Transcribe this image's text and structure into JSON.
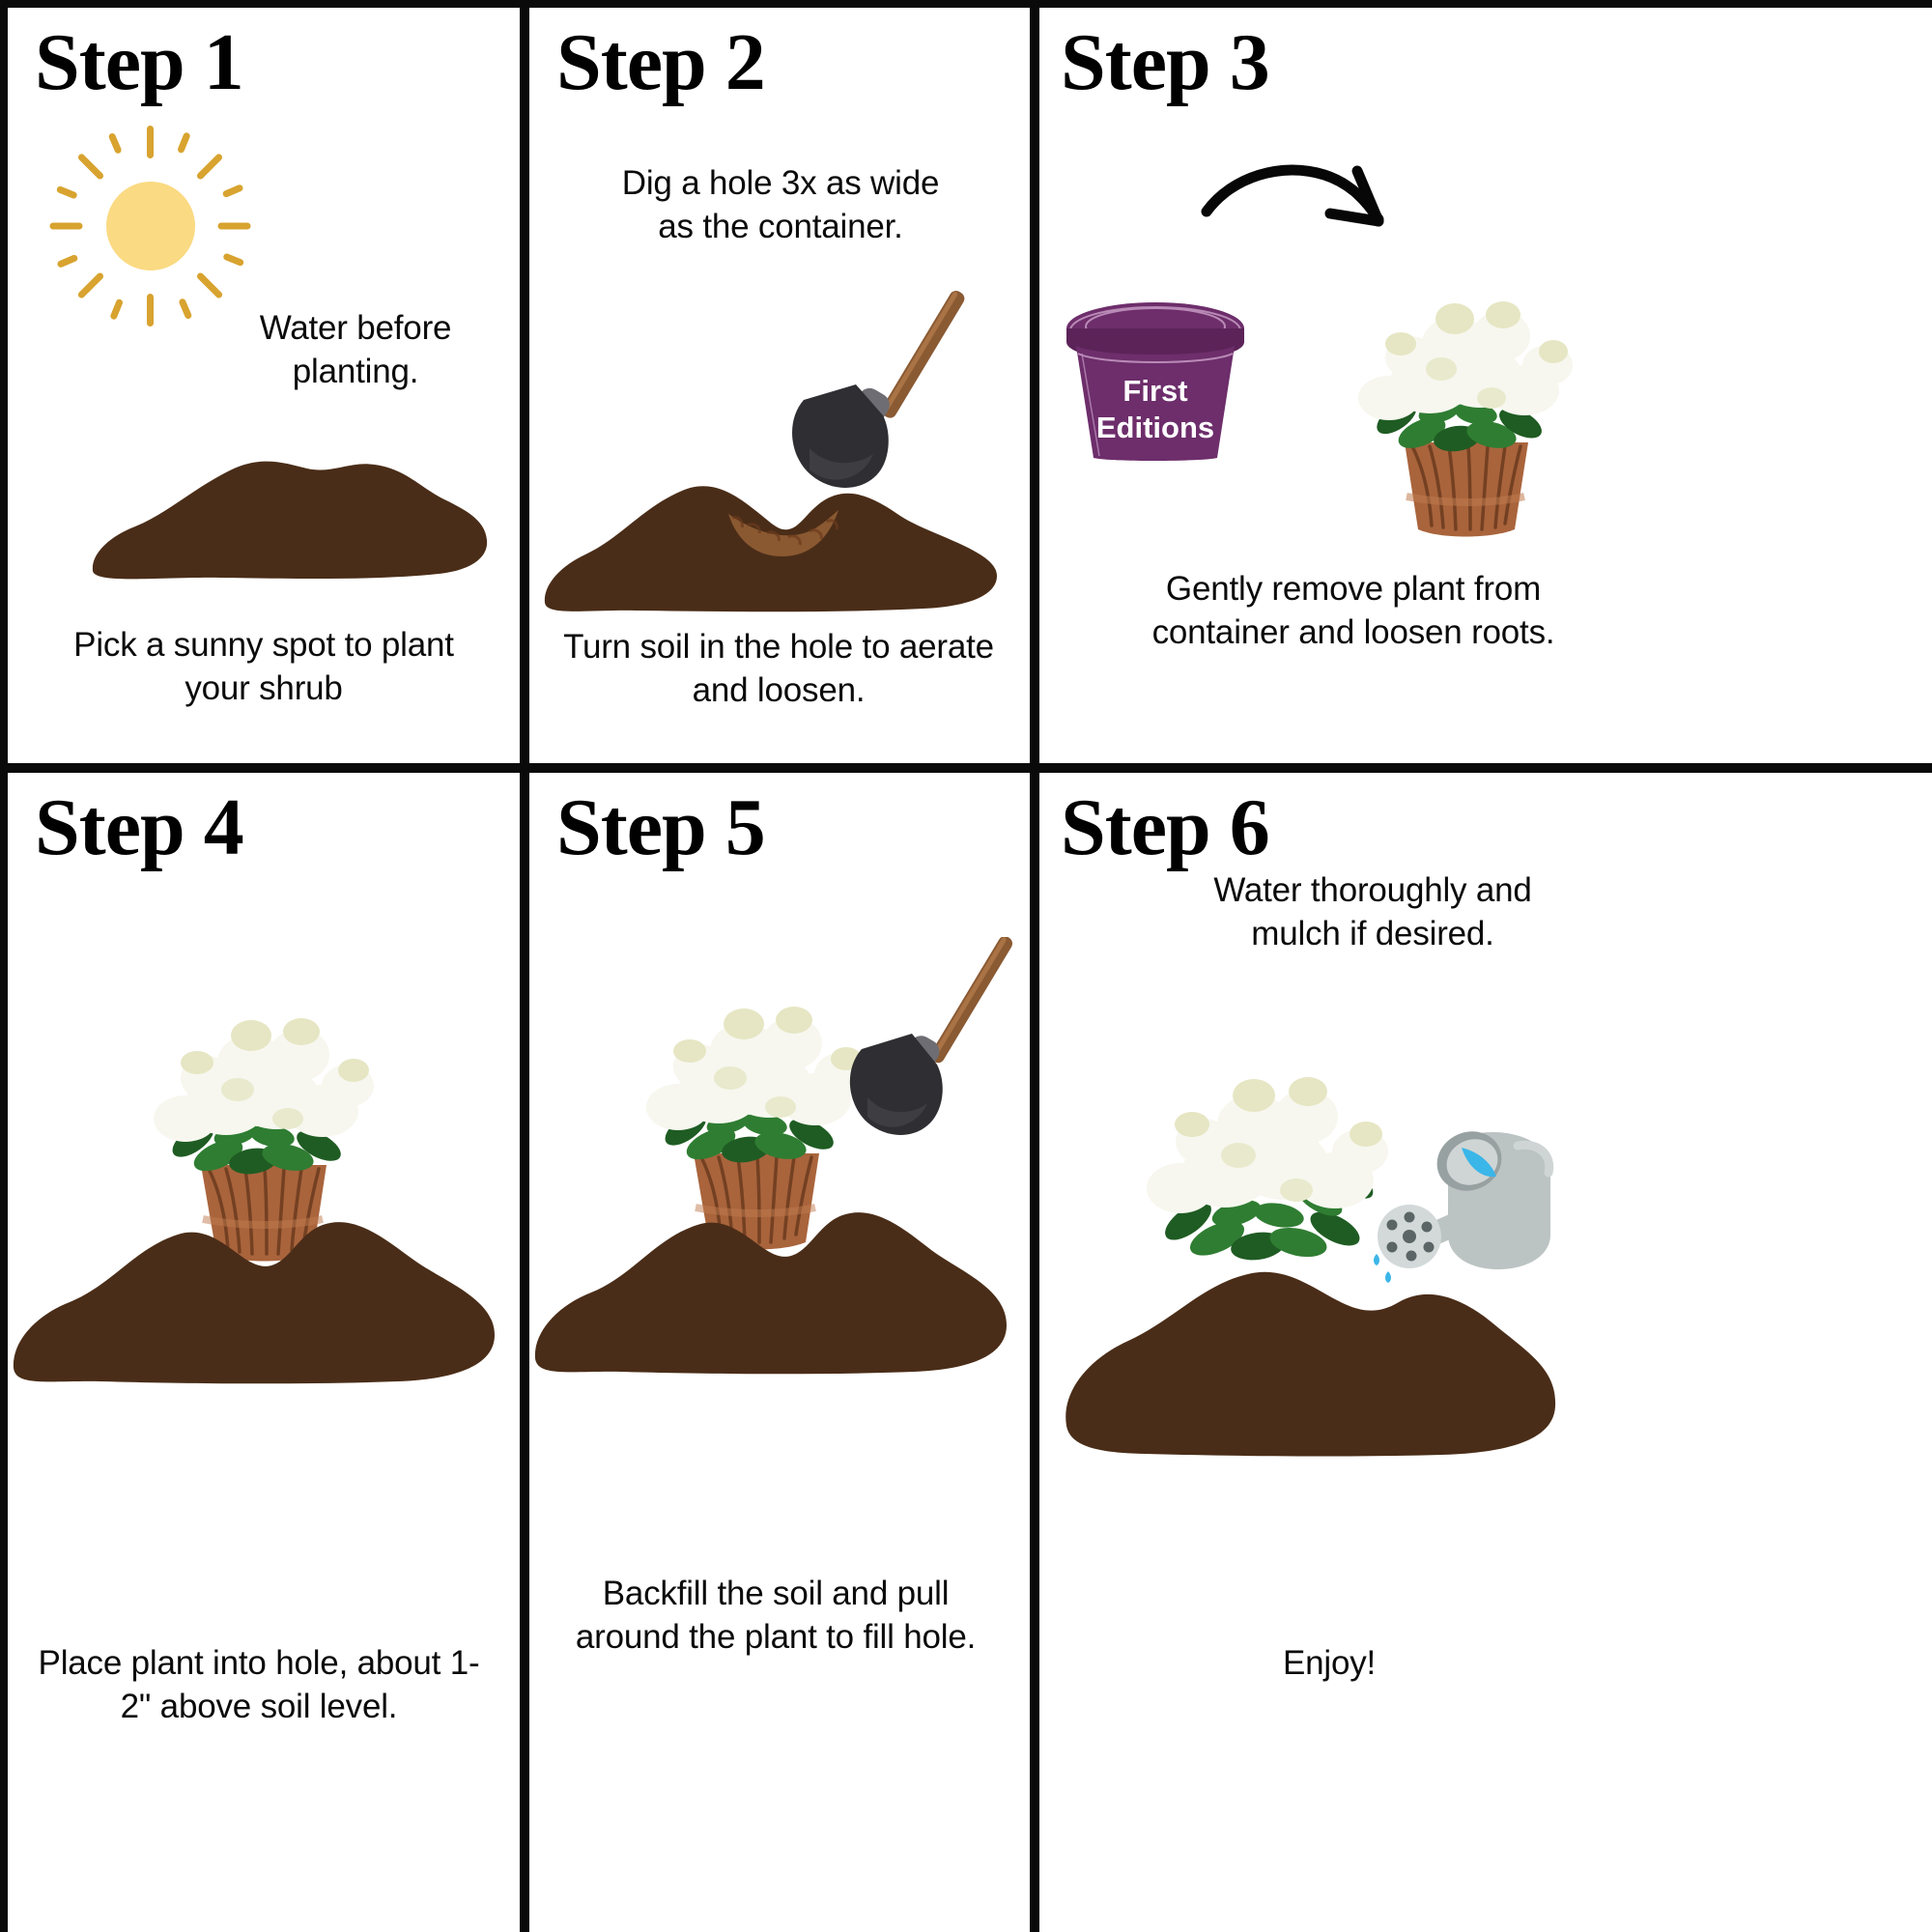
{
  "theme": {
    "soil_color": "#4a2d18",
    "soil_color_dark": "#3e2513",
    "rootball_color": "#a9643c",
    "rootball_line": "#6b3a1d",
    "sun_core": "#fada82",
    "sun_ray": "#d8a32f",
    "pot_purple": "#6d2e6b",
    "pot_purple_dark": "#5c2359",
    "pot_rim_line": "#b98ab6",
    "shovel_blade": "#2f2f33",
    "shovel_handle": "#8a5a33",
    "leaf_green": "#2f7d32",
    "leaf_green_dark": "#1f5c23",
    "flower_white": "#f7f7ef",
    "flower_cream": "#e6e6c4",
    "can_gray": "#bcc3c3",
    "can_gray_dark": "#98a1a1",
    "water_blue": "#3bb6e8",
    "border_black": "#0a0a0a",
    "text_black": "#0b0b0b"
  },
  "panels": [
    {
      "id": "step-1",
      "title": "Step 1",
      "top_caption": "Water before planting.",
      "bottom_caption": "Pick a sunny spot to plant your shrub",
      "icons": [
        "sun-icon",
        "soil-mound"
      ]
    },
    {
      "id": "step-2",
      "title": "Step 2",
      "top_caption": "Dig a hole 3x as wide as the container.",
      "bottom_caption": "Turn soil in the hole to aerate and loosen.",
      "icons": [
        "shovel-icon",
        "soil-mound-with-hole"
      ]
    },
    {
      "id": "step-3",
      "title": "Step 3",
      "top_caption": "",
      "bottom_caption": "Gently remove plant from container and loosen roots.",
      "pot_label_line1": "First",
      "pot_label_line2": "Editions",
      "icons": [
        "curved-arrow-icon",
        "nursery-pot",
        "hydrangea-plant"
      ]
    },
    {
      "id": "step-4",
      "title": "Step 4",
      "top_caption": "",
      "bottom_caption": "Place plant into hole, about 1-2\" above soil level.",
      "icons": [
        "hydrangea-plant",
        "soil-mound"
      ]
    },
    {
      "id": "step-5",
      "title": "Step 5",
      "top_caption": "",
      "bottom_caption": "Backfill the soil and pull around the plant to fill hole.",
      "icons": [
        "hydrangea-plant",
        "shovel-icon",
        "soil-mound"
      ]
    },
    {
      "id": "step-6",
      "title": "Step 6",
      "top_caption": "Water thoroughly and mulch if desired.",
      "bottom_caption": "Enjoy!",
      "icons": [
        "hydrangea-plant",
        "watering-can-icon",
        "soil-mound"
      ]
    }
  ]
}
